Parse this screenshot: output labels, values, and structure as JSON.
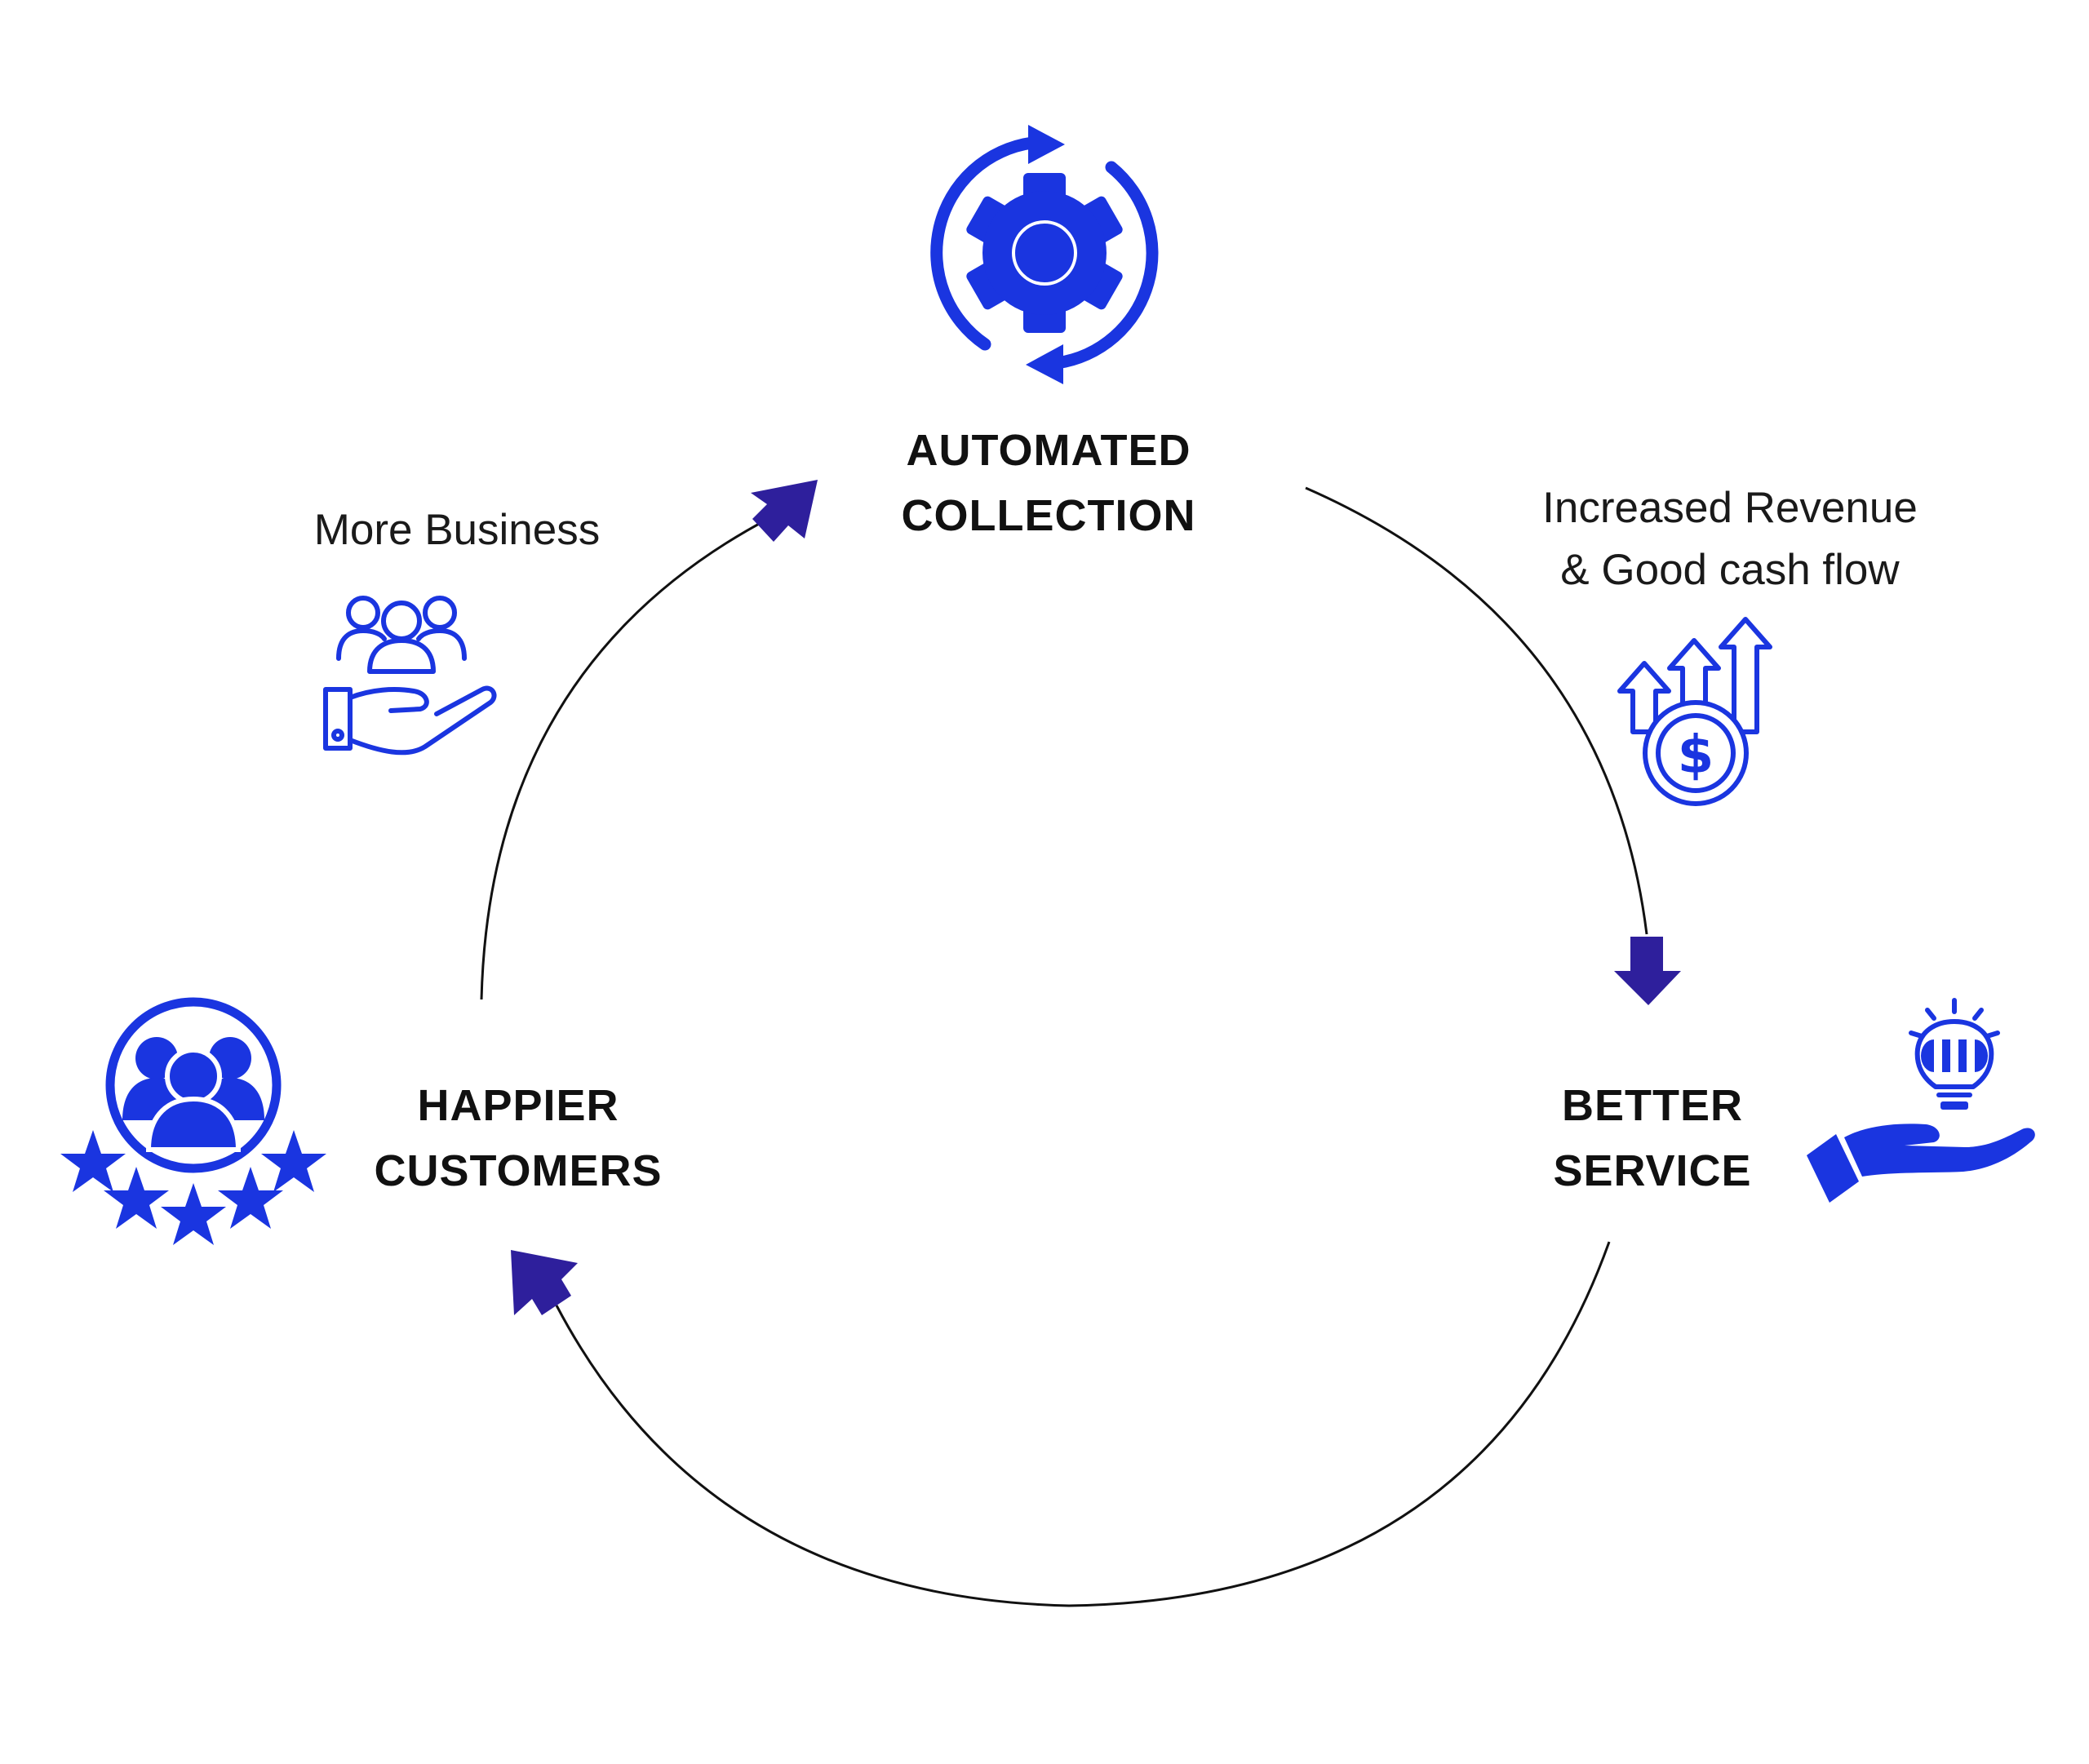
{
  "nodes": {
    "top": {
      "line1": "AUTOMATED",
      "line2": "COLLECTION",
      "icon": "gear-refresh-icon"
    },
    "right": {
      "line1": "BETTER",
      "line2": "SERVICE",
      "icon": "hand-lightbulb-icon"
    },
    "left": {
      "line1": "HAPPIER",
      "line2": "CUSTOMERS",
      "icon": "customers-rating-icon"
    }
  },
  "edges": {
    "top_to_right": {
      "line1": "Increased Revenue",
      "line2": "& Good cash flow",
      "icon": "revenue-growth-icon"
    },
    "left_to_top": {
      "line1": "More Business",
      "icon": "hand-people-icon"
    },
    "right_to_left": {}
  },
  "colors": {
    "icon": "#1a35e0",
    "arrow": "#2e1f9c",
    "line": "#111111"
  }
}
